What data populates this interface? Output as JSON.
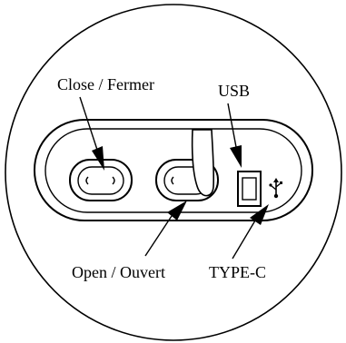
{
  "labels": {
    "close": "Close / Fermer",
    "open": "Open / Ouvert",
    "usb": "USB",
    "type_c": "TYPE-C"
  },
  "icons": {
    "usb_symbol": "usb-symbol-icon",
    "close_button_glyph": "close-button-icon",
    "open_button_glyph": "open-button-icon",
    "finger": "finger-icon"
  },
  "colors": {
    "ink": "#000000",
    "background": "#ffffff"
  }
}
